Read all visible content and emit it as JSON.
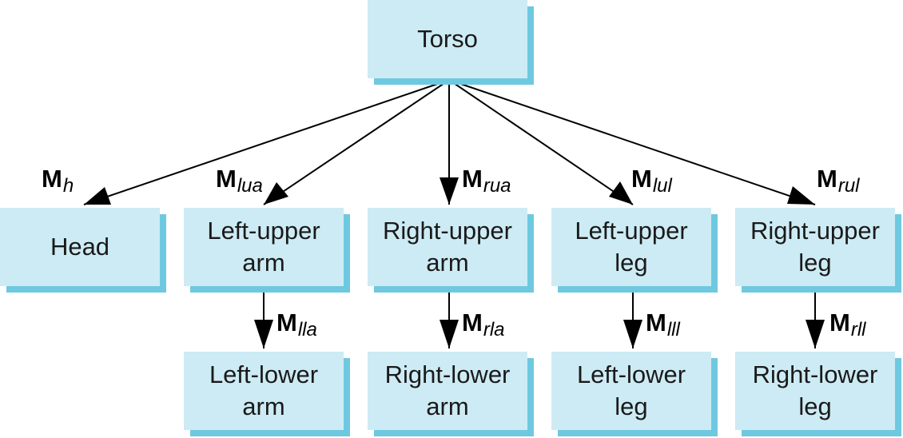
{
  "nodes": {
    "torso": "Torso",
    "head": "Head",
    "left_upper_arm": "Left-upper\narm",
    "right_upper_arm": "Right-upper\narm",
    "left_upper_leg": "Left-upper\nleg",
    "right_upper_leg": "Right-upper\nleg",
    "left_lower_arm": "Left-lower\narm",
    "right_lower_arm": "Right-lower\narm",
    "left_lower_leg": "Left-lower\nleg",
    "right_lower_leg": "Right-lower\nleg"
  },
  "edge_labels": {
    "main_symbol": "M",
    "h": "h",
    "lua": "lua",
    "rua": "rua",
    "lul": "lul",
    "rul": "rul",
    "lla": "lla",
    "rla": "rla",
    "lll": "lll",
    "rll": "rll"
  },
  "colors": {
    "node_fill": "#cdebf4",
    "node_shadow": "#6ec9e0",
    "arrow": "#000000"
  }
}
